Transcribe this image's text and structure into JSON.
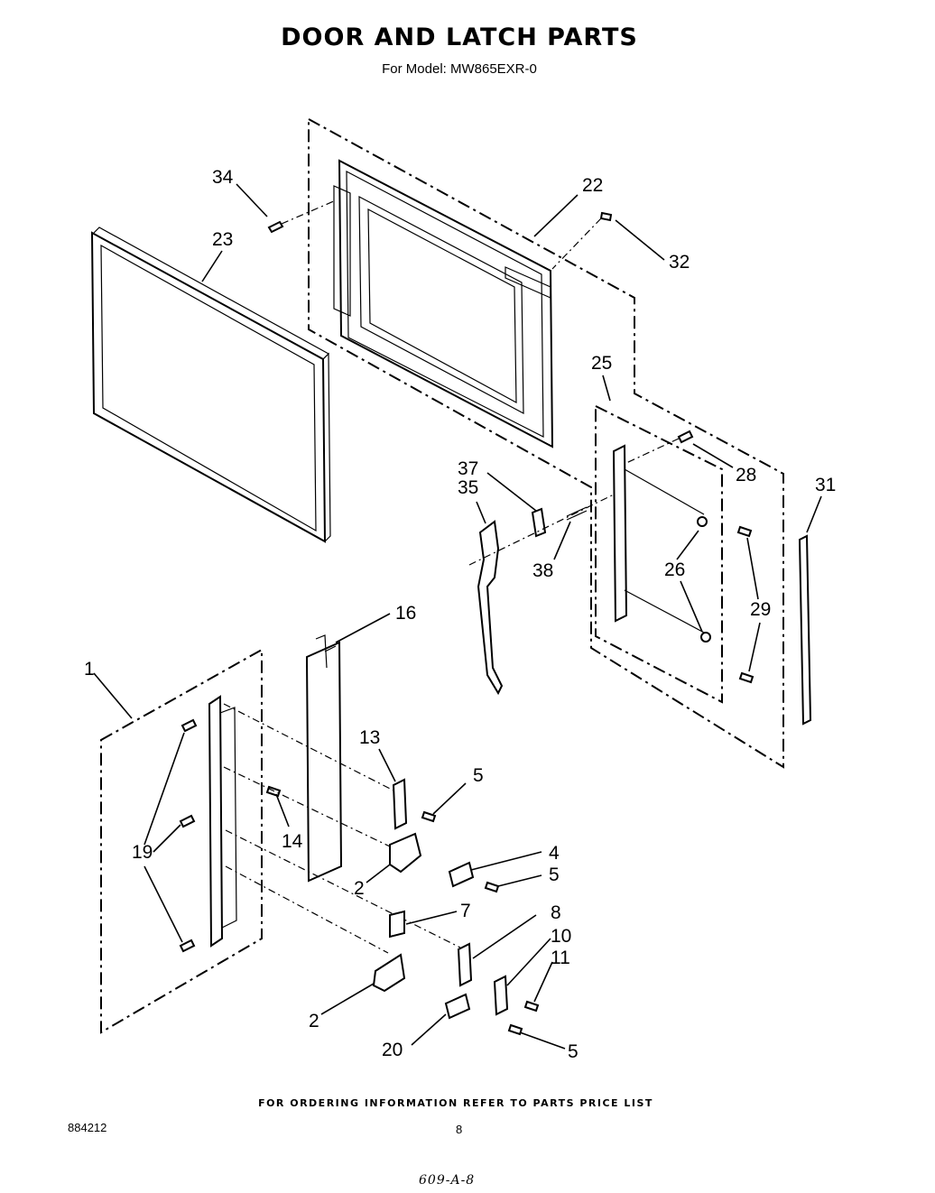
{
  "title": "DOOR AND LATCH PARTS",
  "subtitle": "For Model: MW865EXR-0",
  "footer_note": "FOR ORDERING INFORMATION REFER TO PARTS PRICE LIST",
  "doc_number": "884212",
  "page_number": "8",
  "handwritten_note": "609-A-8",
  "callouts": [
    "34",
    "23",
    "22",
    "32",
    "25",
    "28",
    "31",
    "37",
    "35",
    "38",
    "26",
    "29",
    "16",
    "1",
    "13",
    "5",
    "19",
    "14",
    "4",
    "5",
    "2",
    "7",
    "8",
    "10",
    "11",
    "2",
    "20",
    "5"
  ]
}
